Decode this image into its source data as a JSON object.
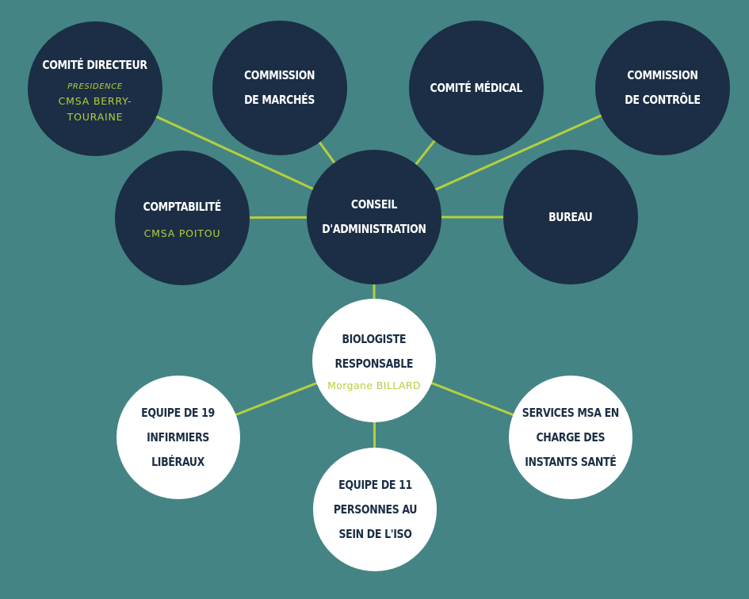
{
  "colors": {
    "background": "#448484",
    "node_dark": "#1b2e45",
    "node_light": "#ffffff",
    "connector": "#b5cf3c",
    "accent_text": "#b5cf3c"
  },
  "nodes": {
    "comite_directeur": {
      "title": "COMITÉ DIRECTEUR",
      "role": "PRESIDENCE",
      "subtitle": "CMSA BERRY-\nTOURAINE"
    },
    "commission_marches": {
      "title": "COMMISSION\nDE MARCHÉS"
    },
    "comite_medical": {
      "title": "COMITÉ MÉDICAL"
    },
    "commission_controle": {
      "title": "COMMISSION\nDE CONTRÔLE"
    },
    "comptabilite": {
      "title": "COMPTABILITÉ",
      "subtitle": "CMSA POITOU"
    },
    "conseil_administration": {
      "title": "CONSEIL\nD'ADMINISTRATION"
    },
    "bureau": {
      "title": "BUREAU"
    },
    "biologiste": {
      "title": "BIOLOGISTE\nRESPONSABLE",
      "subtitle": "Morgane BILLARD"
    },
    "equipe_infirmiers": {
      "title": "EQUIPE DE 19\nINFIRMIERS\nLIBÉRAUX"
    },
    "equipe_iso": {
      "title": "EQUIPE DE 11\nPERSONNES AU\nSEIN DE L'ISO"
    },
    "services_msa": {
      "title": "SERVICES MSA EN\nCHARGE DES\nINSTANTS SANTÉ"
    }
  }
}
